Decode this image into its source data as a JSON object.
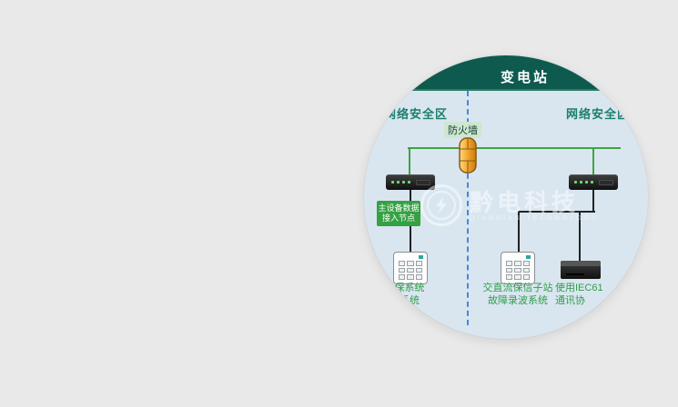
{
  "diagram": {
    "header": {
      "title": "变电站"
    },
    "zone_labels": {
      "left": "网络安全区",
      "right": "网络安全区"
    },
    "firewall": {
      "label": "防火墙"
    },
    "access_badge": {
      "line1": "主设备数据",
      "line2": "接入节点"
    },
    "device_labels": {
      "left": [
        "保系统",
        "系统"
      ],
      "middle": [
        "交直流保信子站",
        "故障录波系统"
      ],
      "right": [
        "使用IEC61",
        "通讯协"
      ]
    },
    "watermark": {
      "cn": "黔电科技",
      "en": "QIANDIAN TECHNOLOGY"
    },
    "colors": {
      "band_bg": "#0e5a4e",
      "circle_bg": "#d9e6f0",
      "zone_text": "#1b7f6b",
      "line_green": "#3fa43f",
      "line_black": "#222222",
      "dash_blue": "#4a86d8",
      "label_green": "#2f9e49",
      "badge_green": "#35a143",
      "firewall_orange": "#f2a52b"
    }
  }
}
